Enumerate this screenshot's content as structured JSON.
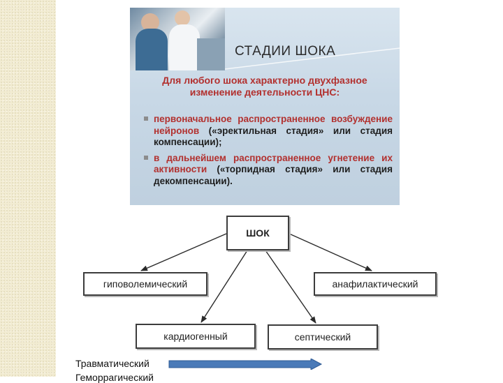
{
  "slide": {
    "title": "СТАДИИ ШОКА",
    "intro": "Для любого шока характерно двухфазное изменение деятельности ЦНС:",
    "bullets": [
      {
        "red": "первоначальное распространенное возбуждение нейронов",
        "rest": " («эректильная стадия» или стадия компенсации);"
      },
      {
        "red": "в дальнейшем распространенное угнетение их активности",
        "rest": " («торпидная стадия» или стадия декомпенсации)."
      }
    ]
  },
  "diagram": {
    "root": "ШОК",
    "types": [
      "гиповолемический",
      "анафилактический",
      "кардиогенный",
      "септический"
    ]
  },
  "captions": [
    "Травматический",
    "Геморрагический"
  ],
  "colors": {
    "accent_red": "#b2302e",
    "arrow_blue": "#4a7ab8",
    "side_strip": "#f2ecd2"
  }
}
